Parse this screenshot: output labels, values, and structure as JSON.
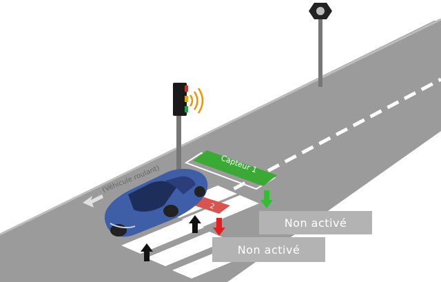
{
  "labels": {
    "vehicle_caption": "(Véhicule roulant)",
    "sensor1": "Capteur 1",
    "sensor2": "2",
    "status_1": "Non activé",
    "status_2": "Non activé"
  },
  "colors": {
    "road": "#9b9b9b",
    "road_edge": "#bdbdbd",
    "lane_marking": "#ffffff",
    "sensor1": "#3aaa35",
    "sensor2": "#d9534f",
    "arrow_green": "#2fbf2f",
    "arrow_red": "#e02020",
    "arrow_black": "#111111",
    "car_body": "#3f5ea8",
    "status_box": "#b3b3b3",
    "signal_wave": "#f39200"
  },
  "icons": {
    "traffic_light": "traffic-light-icon",
    "camera": "pole-camera-icon",
    "wireless": "wireless-signal-icon",
    "car": "car-icon"
  }
}
